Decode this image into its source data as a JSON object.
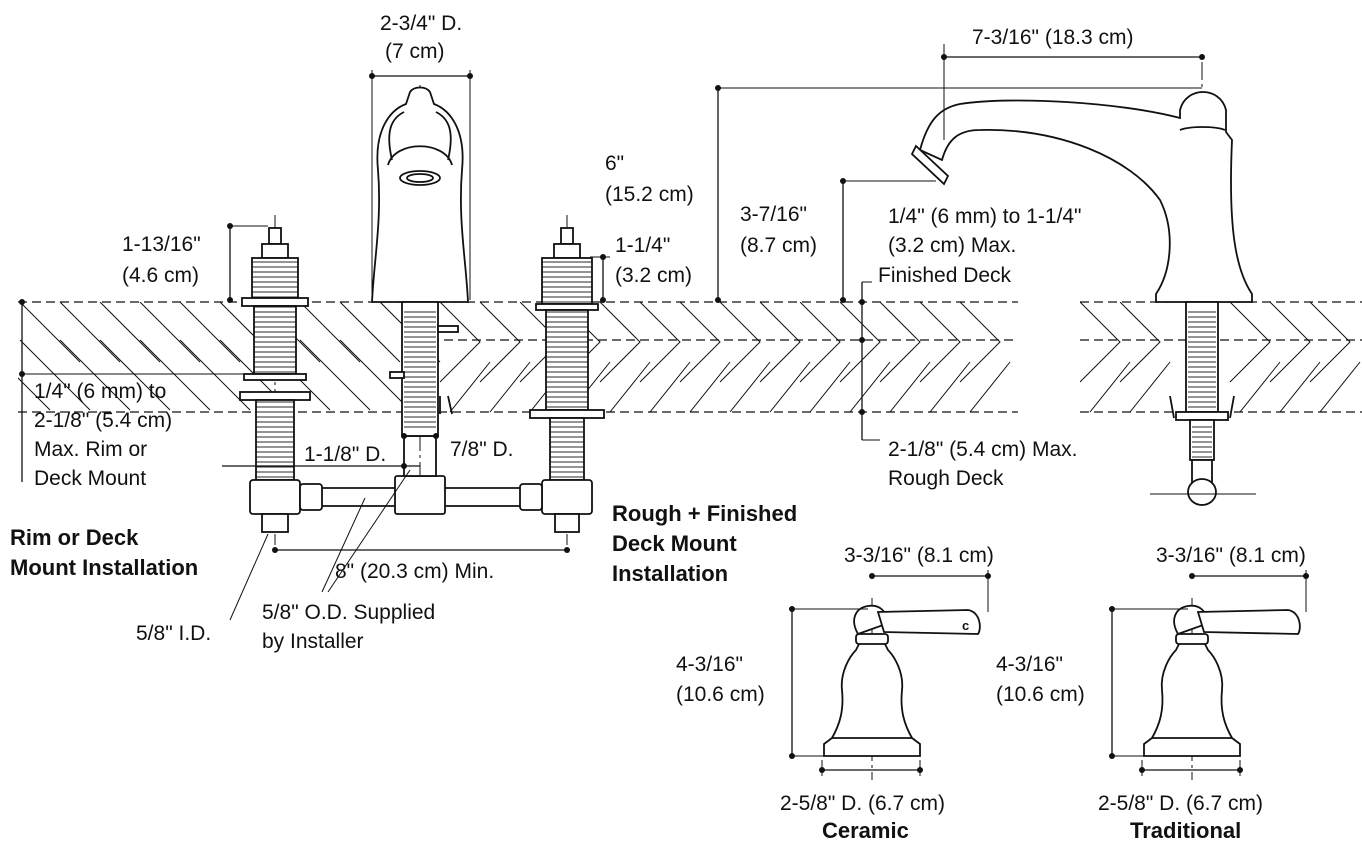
{
  "labels": {
    "spout_diameter_1": "2-3/4\" D.",
    "spout_diameter_2": "(7 cm)",
    "tub_spout_reach": "7-3/16\" (18.3 cm)",
    "height_6_1": "6\"",
    "height_6_2": "(15.2 cm)",
    "spout_clear_1": "3-7/16\"",
    "spout_clear_2": "(8.7 cm)",
    "finished_max_1": "1/4\" (6 mm) to 1-1/4\"",
    "finished_max_2": "(3.2 cm) Max.",
    "finished_max_3": "Finished Deck",
    "valve_height_1": "1-13/16\"",
    "valve_height_2": "(4.6 cm)",
    "stem_1": "1-1/4\"",
    "stem_2": "(3.2 cm)",
    "rim_range_1": "1/4\" (6 mm) to",
    "rim_range_2": "2-1/8\" (5.4 cm)",
    "rim_range_3": "Max. Rim or",
    "rim_range_4": "Deck Mount",
    "shank_d": "1-1/8\" D.",
    "nut_d": "7/8\" D.",
    "rough_max_1": "2-1/8\" (5.4 cm) Max.",
    "rough_max_2": "Rough Deck",
    "rim_install_1": "Rim or Deck",
    "rim_install_2": "Mount Installation",
    "rough_install_1": "Rough + Finished",
    "rough_install_2": "Deck Mount",
    "rough_install_3": "Installation",
    "spread": "8\" (20.3 cm) Min.",
    "id": "5/8\" I.D.",
    "od_1": "5/8\" O.D. Supplied",
    "od_2": "by Installer",
    "handle_reach_a": "3-3/16\" (8.1 cm)",
    "handle_reach_b": "3-3/16\" (8.1 cm)",
    "handle_height_a_1": "4-3/16\"",
    "handle_height_a_2": "(10.6 cm)",
    "handle_height_b_1": "4-3/16\"",
    "handle_height_b_2": "(10.6 cm)",
    "handle_base_a": "2-5/8\" D. (6.7 cm)",
    "handle_base_b": "2-5/8\" D. (6.7 cm)",
    "handle_name_a": "Ceramic",
    "handle_name_b": "Traditional",
    "ceramic_mark": "c"
  }
}
